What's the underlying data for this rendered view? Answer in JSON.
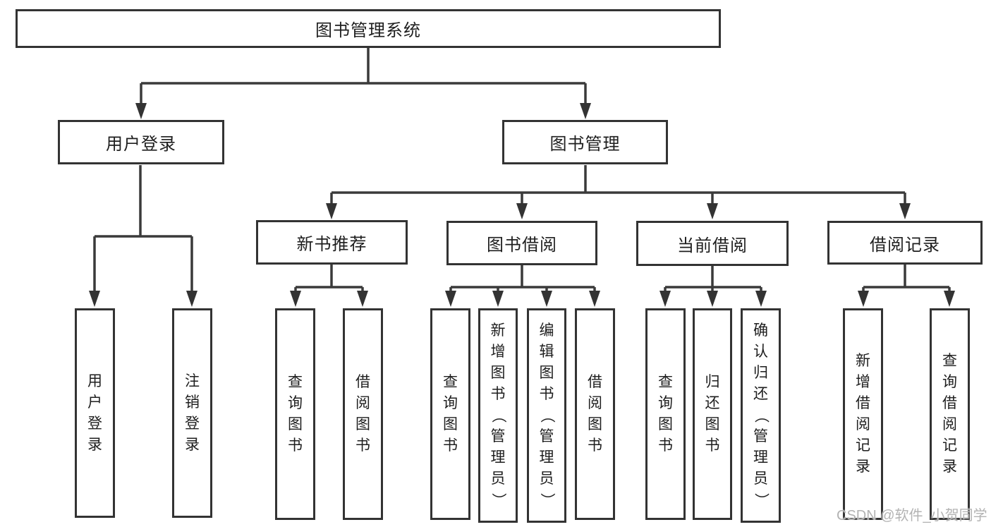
{
  "watermark": {
    "text": "CSDN @软件_小贺同学"
  },
  "colors": {
    "line": "#3a3a3a",
    "border": "#333333",
    "text": "#1e1e1e",
    "watermark": "#b3b3b3",
    "background": "#ffffff"
  },
  "tree": {
    "root": {
      "label": "图书管理系统",
      "children": [
        {
          "label": "用户登录",
          "children": [
            {
              "label": "用户登录"
            },
            {
              "label": "注销登录"
            }
          ]
        },
        {
          "label": "图书管理",
          "children": [
            {
              "label": "新书推荐",
              "children": [
                {
                  "label": "查询图书"
                },
                {
                  "label": "借阅图书"
                }
              ]
            },
            {
              "label": "图书借阅",
              "children": [
                {
                  "label": "查询图书"
                },
                {
                  "label": "新增图书（管理员）"
                },
                {
                  "label": "编辑图书（管理员）"
                },
                {
                  "label": "借阅图书"
                }
              ]
            },
            {
              "label": "当前借阅",
              "children": [
                {
                  "label": "查询图书"
                },
                {
                  "label": "归还图书"
                },
                {
                  "label": "确认归还（管理员）"
                }
              ]
            },
            {
              "label": "借阅记录",
              "children": [
                {
                  "label": "新增借阅记录"
                },
                {
                  "label": "查询借阅记录"
                }
              ]
            }
          ]
        }
      ]
    }
  }
}
